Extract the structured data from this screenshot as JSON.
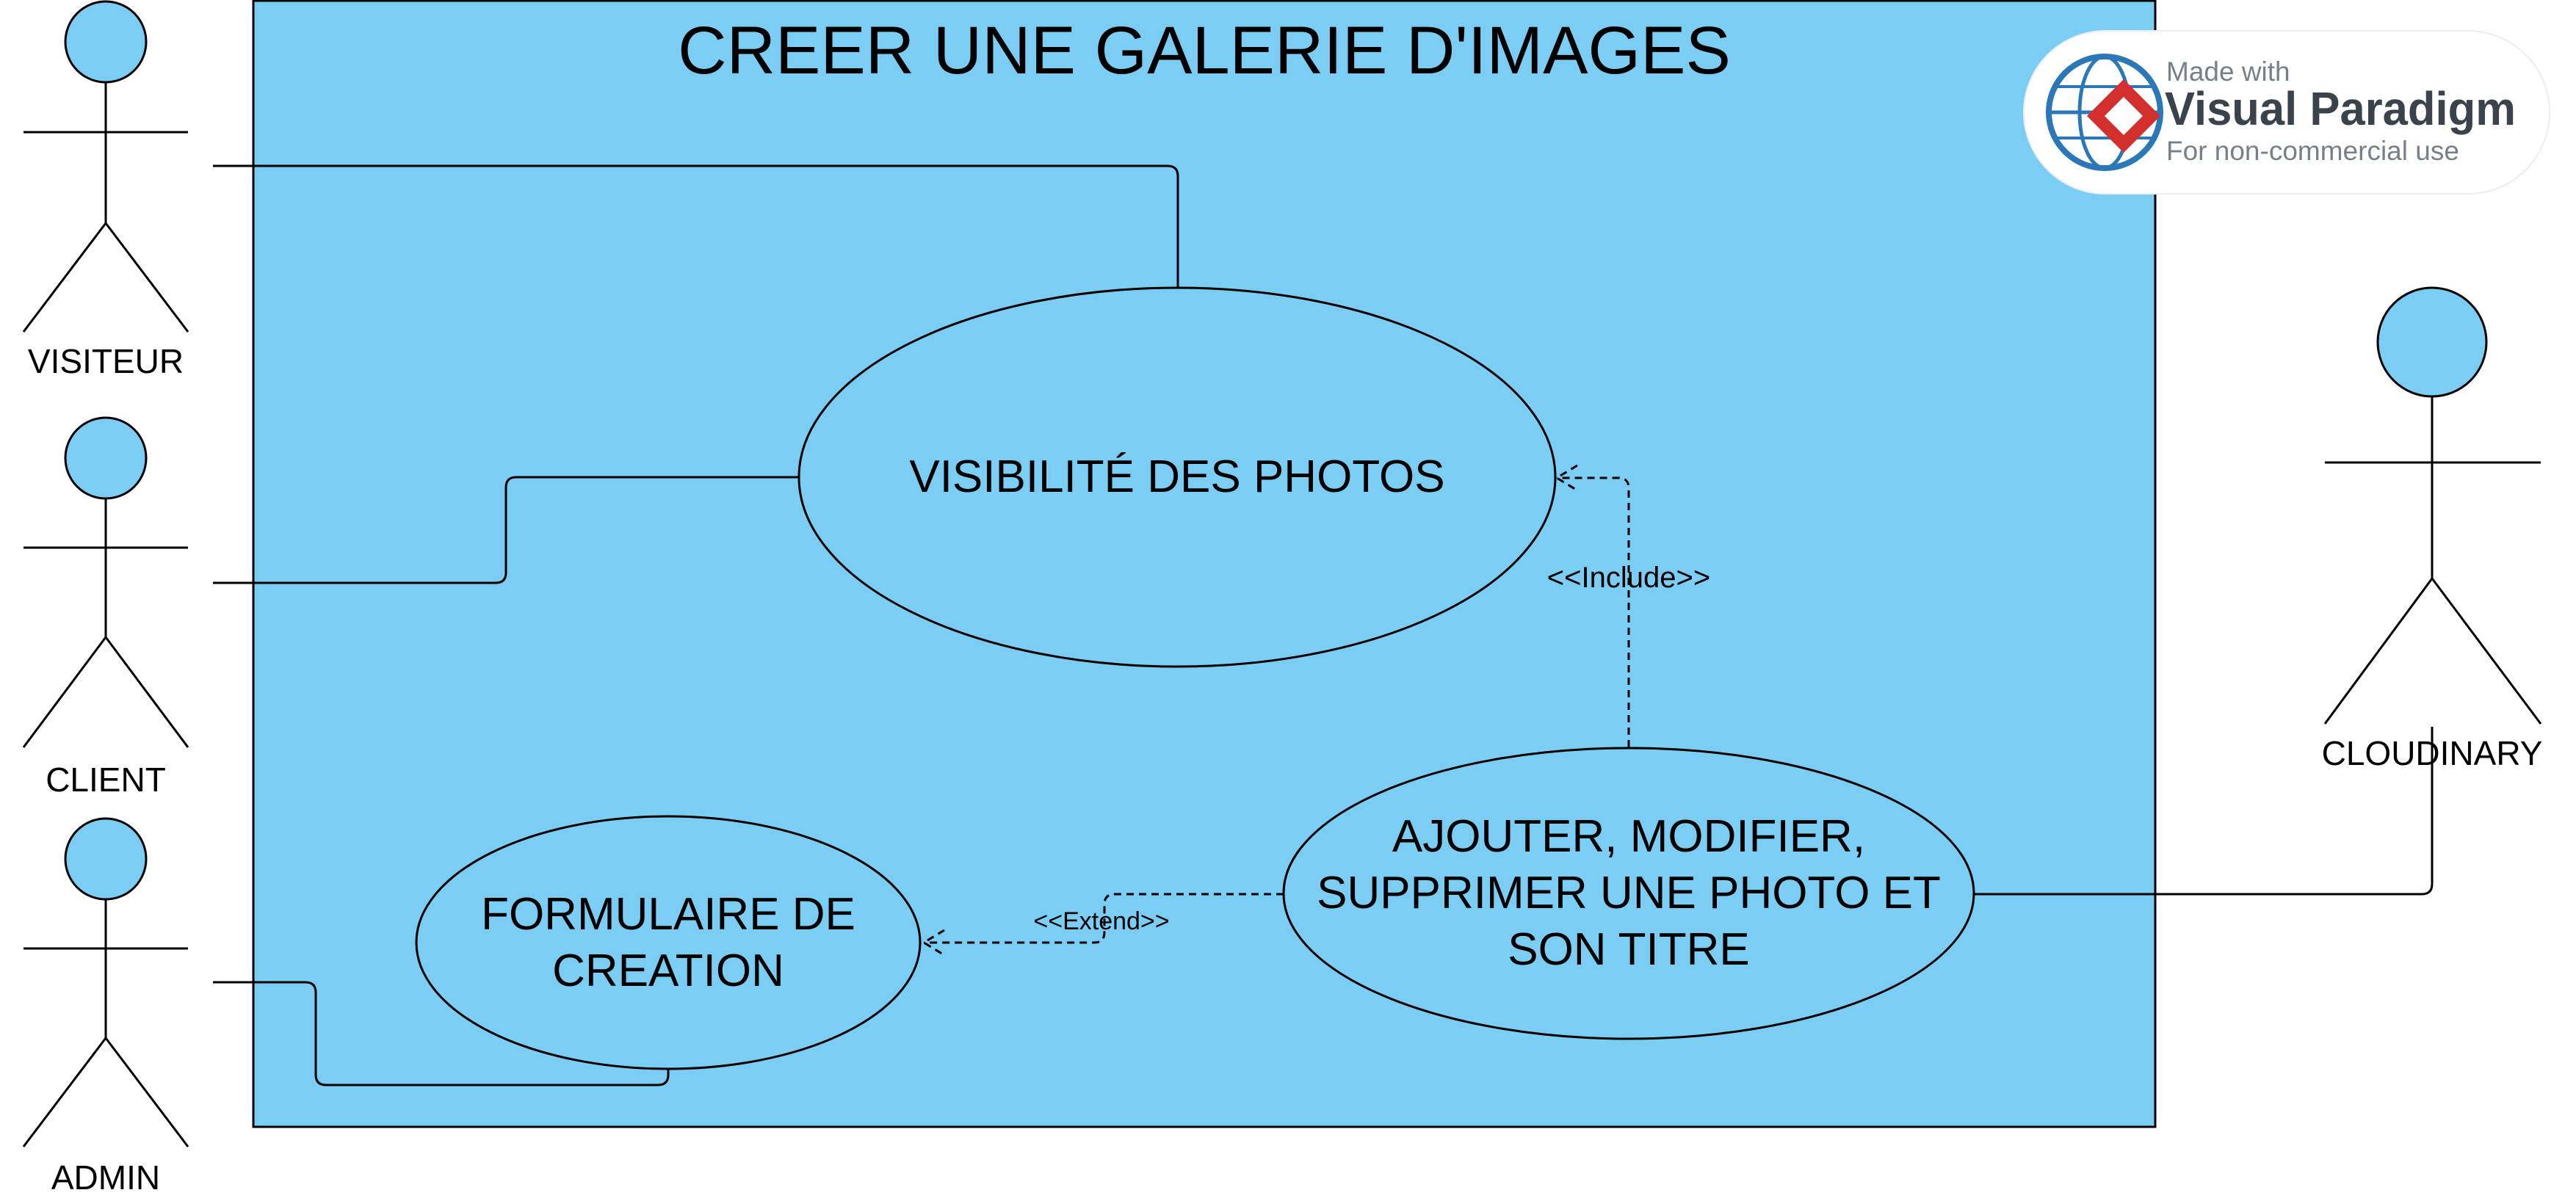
{
  "diagram": {
    "title": "CREER UNE GALERIE D'IMAGES",
    "use_cases": {
      "visibilite": {
        "lines": [
          "VISIBILITÉ DES PHOTOS"
        ]
      },
      "ajouter": {
        "lines": [
          "AJOUTER, MODIFIER,",
          "SUPPRIMER UNE PHOTO ET",
          "SON TITRE"
        ]
      },
      "formulaire": {
        "lines": [
          "FORMULAIRE DE",
          "CREATION"
        ]
      }
    },
    "actors": {
      "visiteur": "VISITEUR",
      "client": "CLIENT",
      "admin": "ADMIN",
      "cloudinary": "CLOUDINARY"
    },
    "relations": {
      "include": "<<Include>>",
      "extend": "<<Extend>>"
    },
    "watermark": {
      "made_with": "Made with",
      "brand": "Visual Paradigm",
      "note": "For non-commercial use"
    },
    "colors": {
      "fill": "#7ccdf3",
      "stroke": "#000000",
      "watermark_red": "#d42f2f",
      "watermark_blue": "#2b78b8"
    }
  }
}
